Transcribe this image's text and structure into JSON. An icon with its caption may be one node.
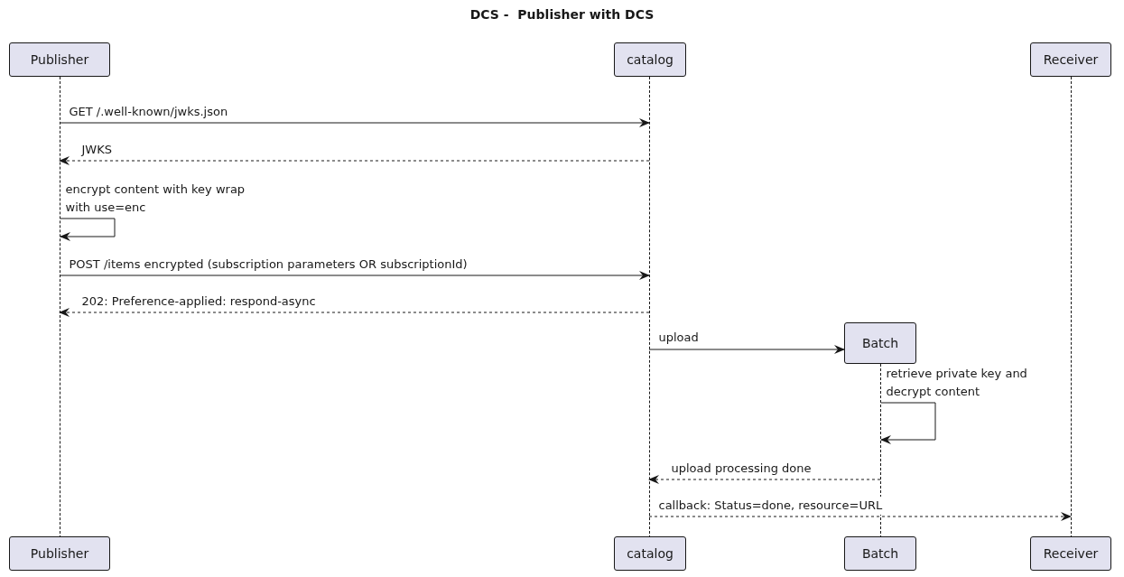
{
  "diagram": {
    "title": "DCS -  Publisher with DCS",
    "nodes": [
      {
        "text": [
          "Publisher"
        ]
      },
      {
        "text": [
          "catalog"
        ]
      },
      {
        "text": [
          "Receiver"
        ]
      },
      {
        "text": [
          "Batch"
        ]
      },
      {
        "text": [],
        "shape": "line"
      },
      {
        "text": [],
        "shape": "line"
      },
      {
        "text": [],
        "shape": "line"
      },
      {
        "text": [],
        "shape": "line"
      },
      {
        "text": [
          "Publisher"
        ]
      },
      {
        "text": [
          "catalog"
        ]
      },
      {
        "text": [
          "Batch"
        ]
      },
      {
        "text": [
          "Receiver"
        ]
      }
    ],
    "edges": [
      {
        "from": 4,
        "to": 5,
        "arrow": "to",
        "label": "GET /.well-known/jwks.json"
      },
      {
        "from": 5,
        "to": 4,
        "arrow": "to",
        "label": "JWKS",
        "style": "dashed"
      },
      {
        "from": 4,
        "to": 4,
        "arrow": "to",
        "label": "encrypt content with key wrap with use=enc"
      },
      {
        "from": 4,
        "to": 5,
        "arrow": "to",
        "label": "POST /items encrypted (subscription parameters OR subscriptionId)"
      },
      {
        "from": 5,
        "to": 4,
        "arrow": "to",
        "label": "202: Preference-applied: respond-async",
        "style": "dashed"
      },
      {
        "from": 5,
        "to": 3,
        "arrow": "to",
        "label": "upload"
      },
      {
        "from": 6,
        "to": 6,
        "arrow": "to",
        "label": "retrieve private key and decrypt content"
      },
      {
        "from": 6,
        "to": 5,
        "arrow": "to",
        "label": "upload processing done",
        "style": "dashed"
      },
      {
        "from": 5,
        "to": 7,
        "arrow": "to",
        "label": "callback: Status=done, resource=URL",
        "style": "dashed"
      }
    ]
  }
}
